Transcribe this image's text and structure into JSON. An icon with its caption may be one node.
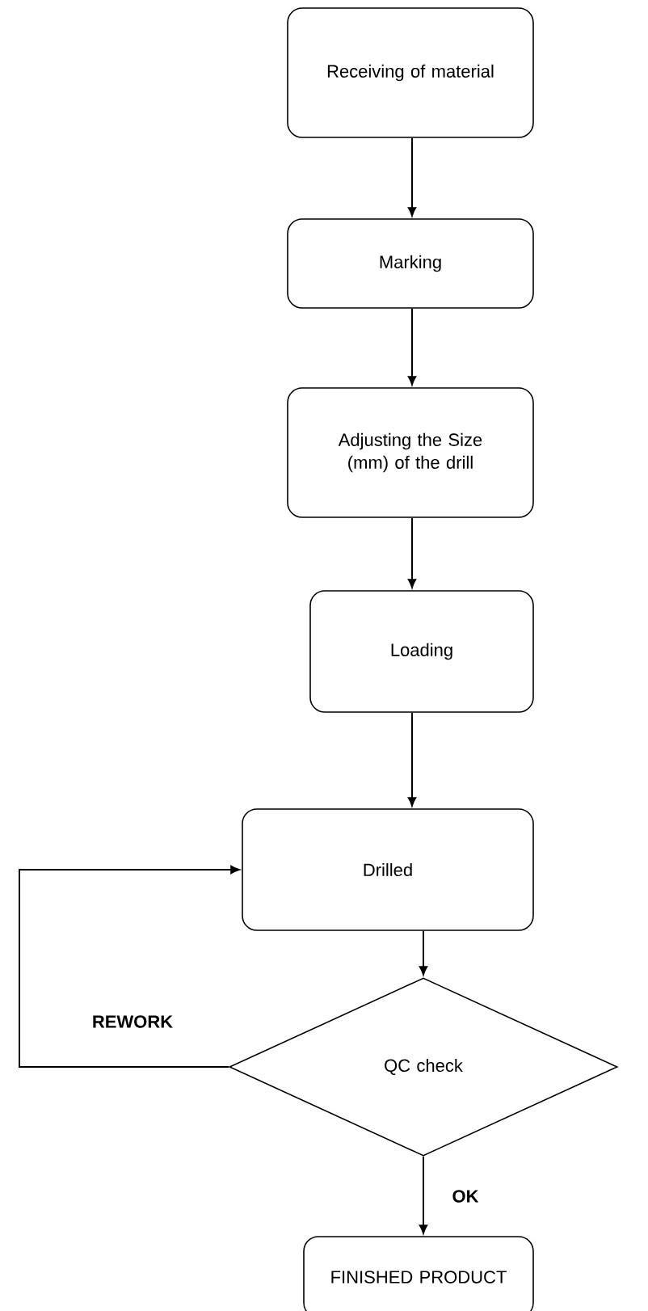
{
  "diagram": {
    "nodes": [
      {
        "text": [
          "Receiving of material"
        ]
      },
      {
        "text": [
          "Marking"
        ]
      },
      {
        "text": [
          "Adjusting the Size (mm) of the drill"
        ]
      },
      {
        "text": [
          "Loading"
        ]
      },
      {
        "text": [
          "Drilled"
        ]
      },
      {
        "text": [
          "QC check"
        ]
      },
      {
        "text": [
          "FINISHED PRODUCT"
        ]
      }
    ],
    "edges": [
      {
        "from": 0,
        "to": 1,
        "arrow": "to"
      },
      {
        "from": 1,
        "to": 2,
        "arrow": "to"
      },
      {
        "from": 2,
        "to": 3,
        "arrow": "to"
      },
      {
        "from": 3,
        "to": 4,
        "arrow": "to"
      },
      {
        "from": 4,
        "to": 5,
        "arrow": "to"
      },
      {
        "from": 5,
        "to": 6,
        "arrow": "to",
        "label": "OK"
      },
      {
        "from": 5,
        "to": 4,
        "arrow": "to",
        "label": "REWORK"
      }
    ]
  }
}
